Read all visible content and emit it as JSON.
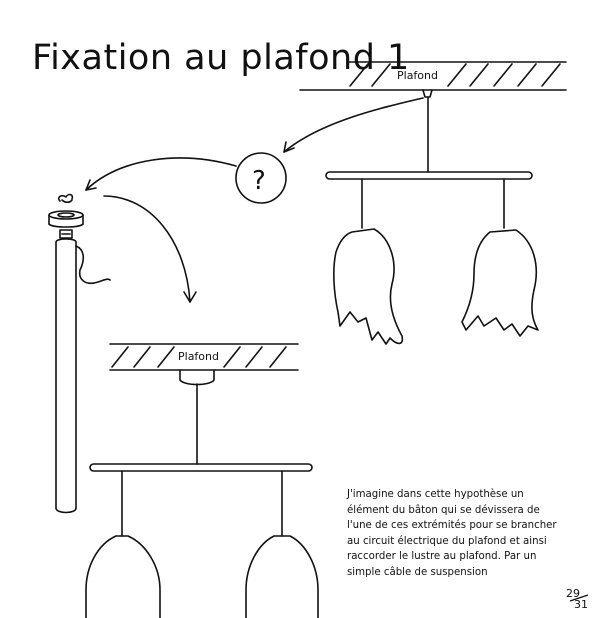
{
  "title": "Fixation au plafond 1",
  "ceiling_top_label": "Plafond",
  "ceiling_bottom_label": "Plafond",
  "question_mark": "?",
  "note_lines": [
    "J'imagine dans cette hypothèse un",
    "élément du bâton qui se dévissera de",
    "l'une de ces extrémités pour se brancher",
    "au circuit électrique du plafond et ainsi",
    "raccorder le lustre au plafond. Par un",
    "simple câble de suspension"
  ],
  "page_number": {
    "current": "29",
    "total": "31"
  }
}
